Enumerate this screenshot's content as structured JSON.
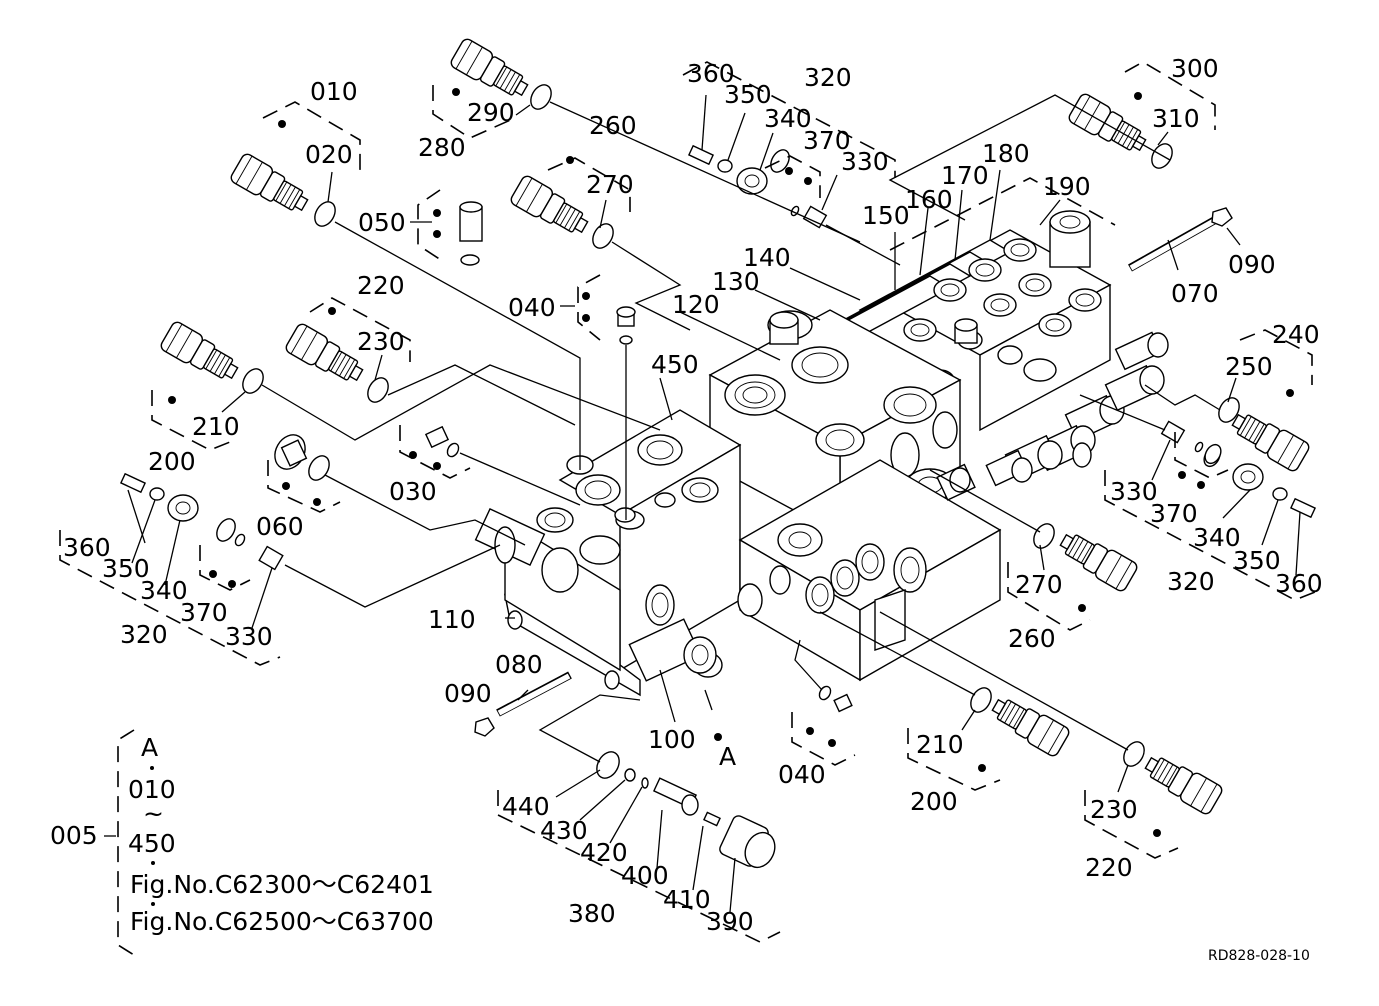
{
  "diagram": {
    "type": "exploded-parts-diagram",
    "subject": "control valve assembly",
    "reference_code": "RD828-028-10",
    "assembly_legend": {
      "assembly_number": "005",
      "lines": [
        "A",
        "010",
        "~",
        "450",
        "Fig.No.C62300～C62401",
        "Fig.No.C62500～C63700"
      ]
    },
    "callouts": [
      {
        "id": "c010a",
        "label": "010"
      },
      {
        "id": "c020",
        "label": "020"
      },
      {
        "id": "c280",
        "label": "280"
      },
      {
        "id": "c290",
        "label": "290"
      },
      {
        "id": "c260a",
        "label": "260"
      },
      {
        "id": "c270a",
        "label": "270"
      },
      {
        "id": "c050",
        "label": "050"
      },
      {
        "id": "c040a",
        "label": "040"
      },
      {
        "id": "c320a",
        "label": "320"
      },
      {
        "id": "c360a",
        "label": "360"
      },
      {
        "id": "c350a",
        "label": "350"
      },
      {
        "id": "c340a",
        "label": "340"
      },
      {
        "id": "c370a",
        "label": "370"
      },
      {
        "id": "c330a",
        "label": "330"
      },
      {
        "id": "c300",
        "label": "300"
      },
      {
        "id": "c310",
        "label": "310"
      },
      {
        "id": "c150",
        "label": "150"
      },
      {
        "id": "c160",
        "label": "160"
      },
      {
        "id": "c170",
        "label": "170"
      },
      {
        "id": "c180",
        "label": "180"
      },
      {
        "id": "c190",
        "label": "190"
      },
      {
        "id": "c070",
        "label": "070"
      },
      {
        "id": "c090a",
        "label": "090"
      },
      {
        "id": "c140",
        "label": "140"
      },
      {
        "id": "c130",
        "label": "130"
      },
      {
        "id": "c120",
        "label": "120"
      },
      {
        "id": "c450",
        "label": "450"
      },
      {
        "id": "c220a",
        "label": "220"
      },
      {
        "id": "c230a",
        "label": "230"
      },
      {
        "id": "c210a",
        "label": "210"
      },
      {
        "id": "c200a",
        "label": "200"
      },
      {
        "id": "c030",
        "label": "030"
      },
      {
        "id": "c060",
        "label": "060"
      },
      {
        "id": "c360b",
        "label": "360"
      },
      {
        "id": "c350b",
        "label": "350"
      },
      {
        "id": "c340b",
        "label": "340"
      },
      {
        "id": "c370b",
        "label": "370"
      },
      {
        "id": "c320b",
        "label": "320"
      },
      {
        "id": "c330b",
        "label": "330"
      },
      {
        "id": "c110",
        "label": "110"
      },
      {
        "id": "c080",
        "label": "080"
      },
      {
        "id": "c090b",
        "label": "090"
      },
      {
        "id": "c100",
        "label": "100"
      },
      {
        "id": "cA",
        "label": "A"
      },
      {
        "id": "c040b",
        "label": "040"
      },
      {
        "id": "c440",
        "label": "440"
      },
      {
        "id": "c430",
        "label": "430"
      },
      {
        "id": "c420",
        "label": "420"
      },
      {
        "id": "c400",
        "label": "400"
      },
      {
        "id": "c410",
        "label": "410"
      },
      {
        "id": "c390",
        "label": "390"
      },
      {
        "id": "c380",
        "label": "380"
      },
      {
        "id": "c240",
        "label": "240"
      },
      {
        "id": "c250",
        "label": "250"
      },
      {
        "id": "c330c",
        "label": "330"
      },
      {
        "id": "c370c",
        "label": "370"
      },
      {
        "id": "c340c",
        "label": "340"
      },
      {
        "id": "c350c",
        "label": "350"
      },
      {
        "id": "c360c",
        "label": "360"
      },
      {
        "id": "c320c",
        "label": "320"
      },
      {
        "id": "c270b",
        "label": "270"
      },
      {
        "id": "c260b",
        "label": "260"
      },
      {
        "id": "c210b",
        "label": "210"
      },
      {
        "id": "c200b",
        "label": "200"
      },
      {
        "id": "c230b",
        "label": "230"
      },
      {
        "id": "c220b",
        "label": "220"
      }
    ]
  }
}
